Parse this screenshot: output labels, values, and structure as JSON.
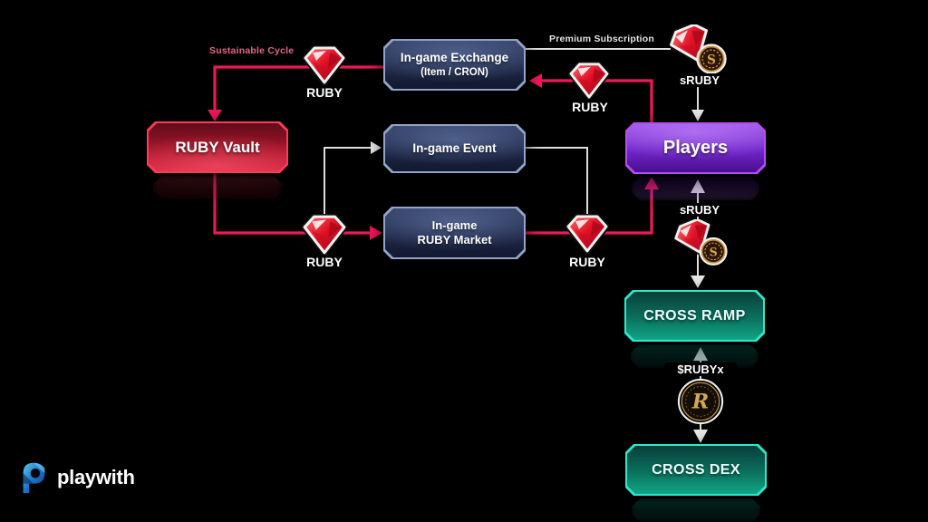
{
  "nodes": {
    "vault": {
      "label": "RUBY Vault"
    },
    "exchange": {
      "line1": "In-game Exchange",
      "line2": "(Item / CRON)"
    },
    "event": {
      "label": "In-game Event"
    },
    "market": {
      "line1": "In-game",
      "line2": "RUBY Market"
    },
    "players": {
      "label": "Players"
    },
    "ramp": {
      "label": "CROSS RAMP"
    },
    "dex": {
      "label": "CROSS DEX"
    }
  },
  "labels": {
    "sustainable_cycle": "Sustainable Cycle",
    "premium_subscription": "Premium Subscription",
    "ruby": "RUBY",
    "sruby": "sRUBY",
    "rubyx": "$RUBYx",
    "coin_s_letter": "S",
    "coin_r_letter": "R"
  },
  "logo": {
    "text": "playwith"
  },
  "icons": {
    "ruby-gem-icon": "red ruby gem with silver outline",
    "sruby-coin-icon": "ruby gem with gold S coin",
    "rubyx-coin-icon": "gold R token in silver ring",
    "playwith-logo-icon": "blue faceted p mark"
  },
  "colors": {
    "background": "#000000",
    "flow_pink": "#f2165c",
    "flow_white": "#dedede",
    "navy_box_border": "#93a4c7",
    "vault_border": "#fb3b57",
    "players_border": "#b44ef0",
    "cross_border": "#2fe8cb",
    "gold": "#d2a94f",
    "sustainable_text": "#e06a85"
  },
  "edges": [
    {
      "from": "In-game Exchange",
      "to": "RUBY Vault",
      "via": "RUBY",
      "color": "#f2165c",
      "note": "Sustainable Cycle"
    },
    {
      "from": "RUBY Vault",
      "to": "In-game RUBY Market",
      "via": "RUBY",
      "color": "#f2165c"
    },
    {
      "from": "In-game RUBY Market",
      "to": "Players",
      "via": "RUBY",
      "color": "#f2165c"
    },
    {
      "from": "Players",
      "to": "In-game Exchange",
      "via": "RUBY",
      "color": "#f2165c"
    },
    {
      "from": "RUBY",
      "to": "In-game Event",
      "color": "#dedede"
    },
    {
      "from": "In-game Event",
      "to": "RUBY",
      "color": "#dedede"
    },
    {
      "from": "In-game Exchange",
      "to": "sRUBY",
      "label": "Premium Subscription",
      "color": "#dedede"
    },
    {
      "from": "sRUBY",
      "to": "Players",
      "color": "#dedede"
    },
    {
      "from": "Players",
      "to": "CROSS RAMP",
      "via": "sRUBY",
      "bidirectional": true,
      "color": "#dedede"
    },
    {
      "from": "CROSS RAMP",
      "to": "CROSS DEX",
      "via": "$RUBYx",
      "bidirectional": true,
      "color": "#dedede"
    }
  ]
}
